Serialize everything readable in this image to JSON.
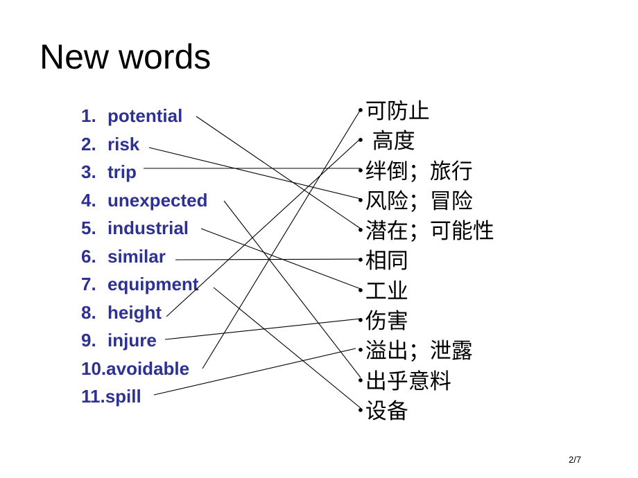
{
  "slide": {
    "title": "New words",
    "page_number": "2/7",
    "text_color_english": "#2e3192",
    "text_color_chinese": "#000000"
  },
  "english_words": [
    {
      "num": "1.",
      "word": "potential"
    },
    {
      "num": "2.",
      "word": "risk"
    },
    {
      "num": "3.",
      "word": "trip"
    },
    {
      "num": "4.",
      "word": "unexpected"
    },
    {
      "num": "5.",
      "word": "industrial"
    },
    {
      "num": "6.",
      "word": "similar"
    },
    {
      "num": "7.",
      "word": "equipment"
    },
    {
      "num": "8.",
      "word": "height"
    },
    {
      "num": "9.",
      "word": "injure"
    },
    {
      "num": "10.",
      "word": "avoidable"
    },
    {
      "num": "11.",
      "word": "spill"
    }
  ],
  "chinese_meanings": [
    {
      "bullet": "•",
      "text": "可防止"
    },
    {
      "bullet": "•",
      "text": " 高度"
    },
    {
      "bullet": "•",
      "text": "绊倒；旅行"
    },
    {
      "bullet": "•",
      "text": "风险；冒险"
    },
    {
      "bullet": "•",
      "text": "潜在；可能性"
    },
    {
      "bullet": "•",
      "text": "相同"
    },
    {
      "bullet": "•",
      "text": "工业"
    },
    {
      "bullet": "•",
      "text": "伤害"
    },
    {
      "bullet": "•",
      "text": "溢出；泄露"
    },
    {
      "bullet": "•",
      "text": "出乎意料"
    },
    {
      "bullet": "•",
      "text": "设备"
    }
  ],
  "matches": [
    {
      "english": "potential",
      "chinese": "潜在；可能性"
    },
    {
      "english": "risk",
      "chinese": "风险；冒险"
    },
    {
      "english": "trip",
      "chinese": "绊倒；旅行"
    },
    {
      "english": "unexpected",
      "chinese": "出乎意料"
    },
    {
      "english": "industrial",
      "chinese": "工业"
    },
    {
      "english": "similar",
      "chinese": "相同"
    },
    {
      "english": "equipment",
      "chinese": "设备"
    },
    {
      "english": "height",
      "chinese": "高度"
    },
    {
      "english": "injure",
      "chinese": "伤害"
    },
    {
      "english": "avoidable",
      "chinese": "可防止"
    },
    {
      "english": "spill",
      "chinese": "溢出；泄露"
    }
  ]
}
